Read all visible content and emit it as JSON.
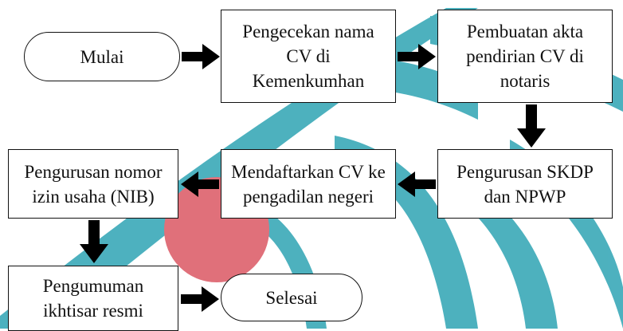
{
  "nodes": {
    "start": {
      "label": "Mulai",
      "shape": "terminal"
    },
    "name_check": {
      "label": "Pengecekan nama CV di Kemenkumhan",
      "shape": "process"
    },
    "deed": {
      "label": "Pembuatan akta pendirian CV di notaris",
      "shape": "process"
    },
    "skdp": {
      "label": "Pengurusan SKDP dan NPWP",
      "shape": "process"
    },
    "court": {
      "label": "Mendaftarkan CV ke pengadilan negeri",
      "shape": "process"
    },
    "nib": {
      "label": "Pengurusan nomor izin usaha (NIB)",
      "shape": "process"
    },
    "announcement": {
      "label": "Pengumuman ikhtisar resmi",
      "shape": "process"
    },
    "end": {
      "label": "Selesai",
      "shape": "terminal"
    }
  },
  "edges": [
    {
      "from": "start",
      "to": "name_check"
    },
    {
      "from": "name_check",
      "to": "deed"
    },
    {
      "from": "deed",
      "to": "skdp"
    },
    {
      "from": "skdp",
      "to": "court"
    },
    {
      "from": "court",
      "to": "nib"
    },
    {
      "from": "nib",
      "to": "announcement"
    },
    {
      "from": "announcement",
      "to": "end"
    }
  ],
  "colors": {
    "watermark_teal": "#3aa9b8",
    "watermark_red": "#e0707a",
    "stroke": "#111111",
    "arrow": "#000000"
  }
}
